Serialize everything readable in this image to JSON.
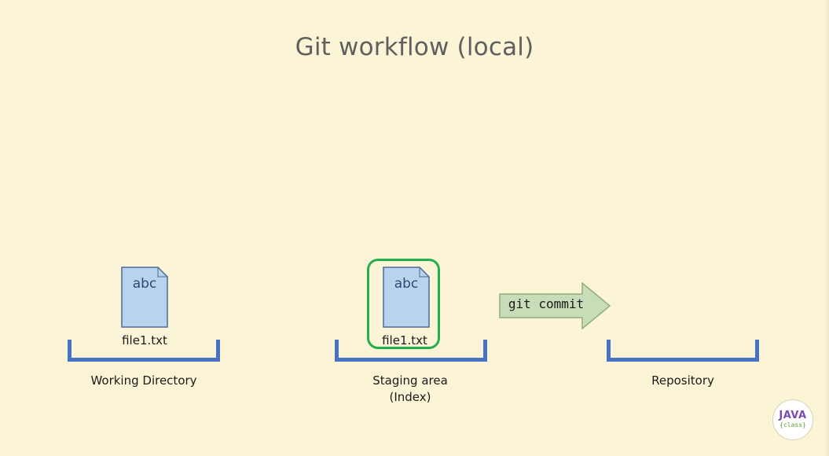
{
  "title": "Git workflow (local)",
  "working_directory": {
    "label": "Working Directory",
    "file": {
      "content": "abc",
      "name": "file1.txt"
    }
  },
  "staging_area": {
    "label_line1": "Staging area",
    "label_line2": "(Index)",
    "file": {
      "content": "abc",
      "name": "file1.txt"
    },
    "highlighted": true
  },
  "repository": {
    "label": "Repository"
  },
  "command": {
    "text": "git commit",
    "arrow_color": "#c8ddb7"
  },
  "logo": {
    "word": "JAVA",
    "sub": "{class}"
  },
  "colors": {
    "background": "#fbf4d6",
    "bracket": "#4872c4",
    "file_fill": "#b9d3ee",
    "file_stroke": "#4a6a96",
    "highlight": "#22b04c",
    "title": "#5f5f5f"
  }
}
